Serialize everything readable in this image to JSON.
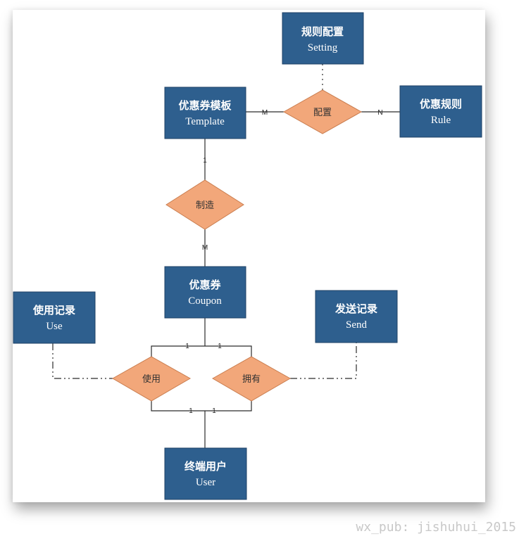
{
  "entities": {
    "setting": {
      "cn": "规则配置",
      "en": "Setting"
    },
    "template": {
      "cn": "优惠券模板",
      "en": "Template"
    },
    "rule": {
      "cn": "优惠规则",
      "en": "Rule"
    },
    "coupon": {
      "cn": "优惠券",
      "en": "Coupon"
    },
    "use": {
      "cn": "使用记录",
      "en": "Use"
    },
    "send": {
      "cn": "发送记录",
      "en": "Send"
    },
    "user": {
      "cn": "终端用户",
      "en": "User"
    }
  },
  "relationships": {
    "config": "配置",
    "make": "制造",
    "use": "使用",
    "own": "拥有"
  },
  "cardinality": {
    "template_config": "M",
    "config_rule": "N",
    "template_make": "1",
    "make_coupon": "M",
    "coupon_use": "1",
    "coupon_own": "1",
    "use_user": "1",
    "own_user": "1"
  },
  "watermark": "wx_pub: jishuhui_2015",
  "colors": {
    "entity_fill": "#2e5f8e",
    "relationship_fill": "#f2a77a"
  }
}
